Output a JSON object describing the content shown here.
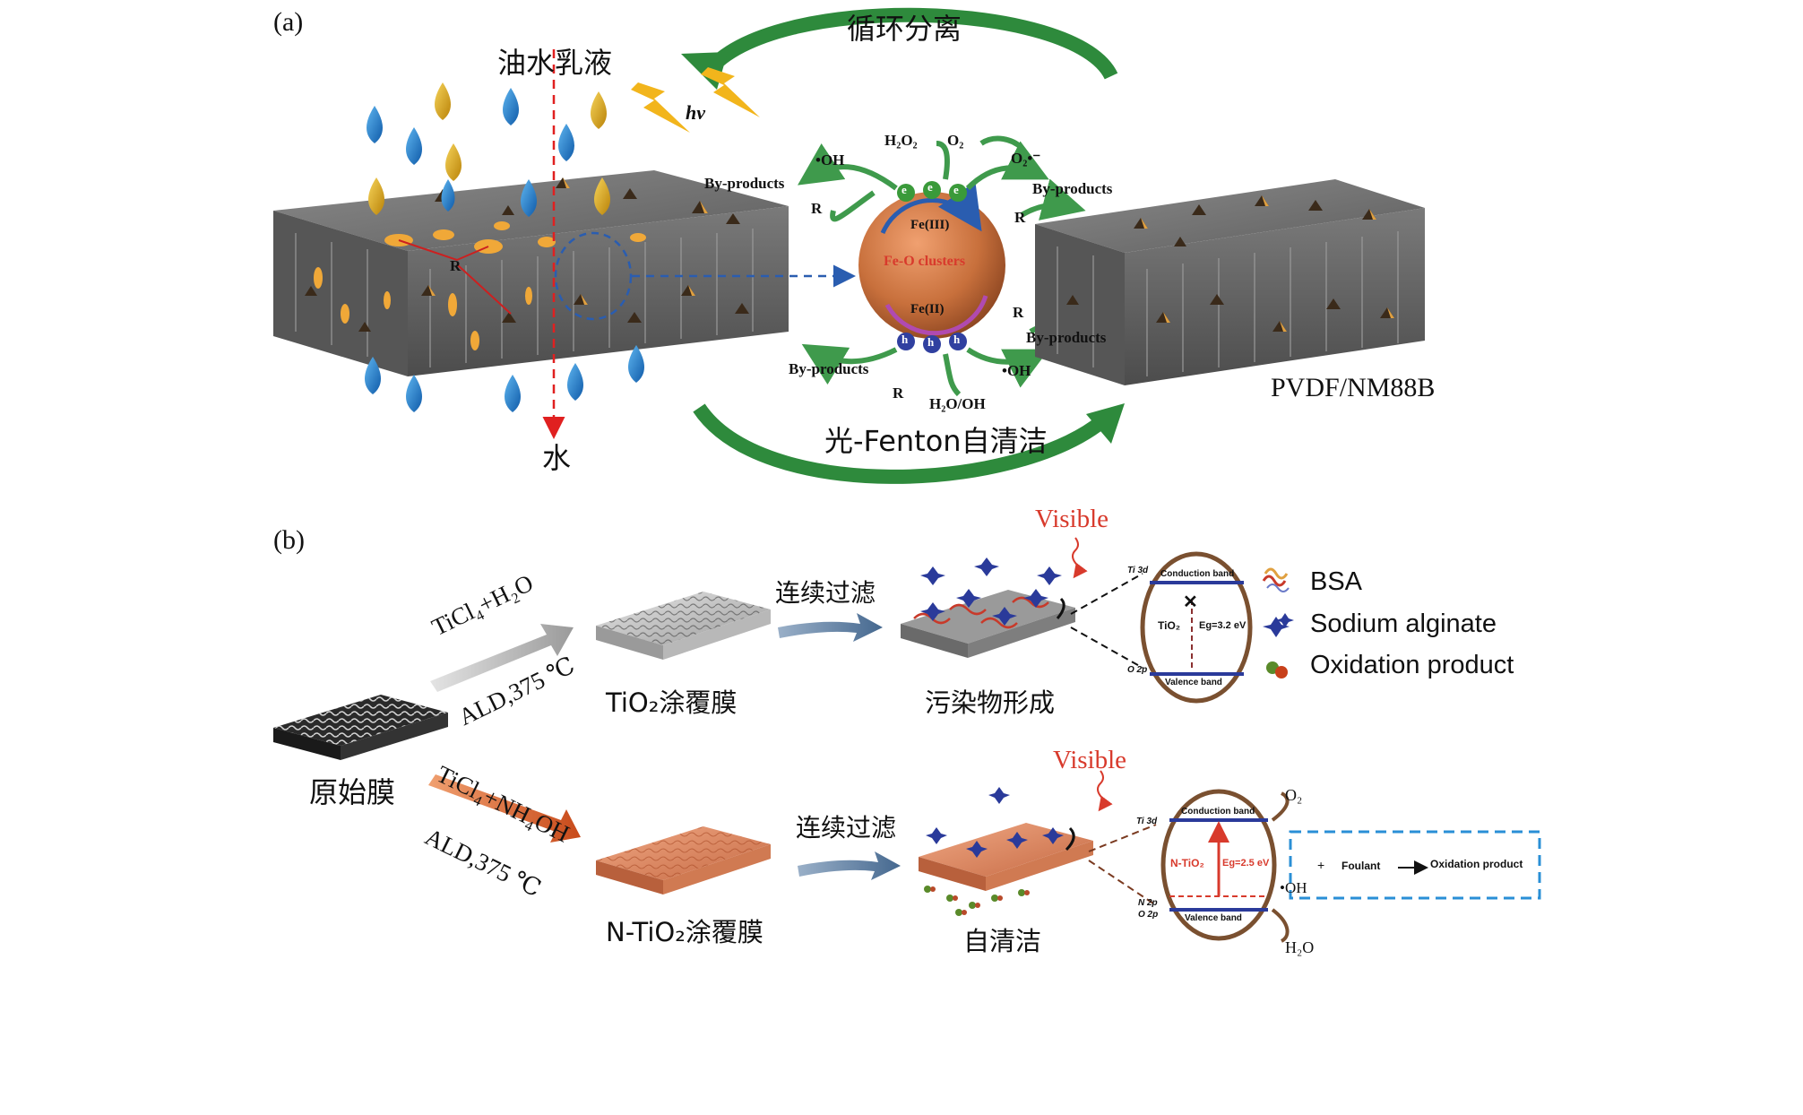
{
  "panel_a": {
    "tag": "(a)",
    "recycle_label": "循环分离",
    "emulsion_label": "油水乳液",
    "water_label": "水",
    "hv_label": "hv",
    "membrane_label": "PVDF/NM88B",
    "cleaning_label": "光-Fenton自清洁",
    "R_label": "R",
    "cluster": {
      "center": "Fe-O clusters",
      "fe3": "Fe(III)",
      "fe2": "Fe(II)",
      "e": "e",
      "h": "h"
    },
    "species": {
      "h2o2": "H₂O₂",
      "o2": "O₂",
      "o2_radical": "O₂•⁻",
      "oh_radical_tl": "•OH",
      "oh_radical_br": "•OH",
      "h2o_oh": "H₂O/OH",
      "byproducts_tl": "By-products",
      "byproducts_tr": "By-products",
      "byproducts_bl": "By-products",
      "byproducts_br": "By-products",
      "r_tl": "R",
      "r_tr": "R",
      "r_bl": "R",
      "r_br": "R"
    }
  },
  "panel_b": {
    "tag": "(b)",
    "pristine_label": "原始膜",
    "route1_reagent": "TiCl₄+H₂O",
    "route1_condition": "ALD,375 ℃",
    "route2_reagent": "TiCl₄+NH₄OH",
    "route2_condition": "ALD,375 ℃",
    "tio2_label": "TiO₂涂覆膜",
    "ntio2_label": "N-TiO₂涂覆膜",
    "filtration1": "连续过滤",
    "filtration2": "连续过滤",
    "fouling_label": "污染物形成",
    "selfclean_label": "自清洁",
    "visible1": "Visible",
    "visible2": "Visible",
    "band1": {
      "ti3d": "Ti 3d",
      "o2p": "O 2p",
      "cb": "Conduction band",
      "vb": "Valence band",
      "material": "TiO₂",
      "eg": "Eg=3.2 eV",
      "blocked": "✕"
    },
    "band2": {
      "ti3d": "Ti 3d",
      "n2p": "N 2p",
      "o2p": "O 2p",
      "cb": "Conduction band",
      "vb": "Valence band",
      "material": "N-TiO₂",
      "eg": "Eg=2.5 eV",
      "o2": "O₂",
      "h2o": "H₂O",
      "oh": "•OH"
    },
    "reaction": {
      "plus": "+",
      "foulant": "Foulant",
      "product": "Oxidation product"
    },
    "legend": [
      {
        "label": "BSA"
      },
      {
        "label": "Sodium alginate"
      },
      {
        "label": "Oxidation product"
      }
    ]
  },
  "colors": {
    "green_arrow": "#2e8a3c",
    "membrane_gray": "#6b6b6b",
    "water_blue": "#1f7fd0",
    "oil_yellow": "#e0b21a",
    "cluster_orange": "#c8703c",
    "red_dash": "#e02020",
    "blue_dash": "#2a5db0",
    "visible_red": "#d83a2c",
    "copper": "#d9825a",
    "box_blue": "#2a8fd6"
  }
}
